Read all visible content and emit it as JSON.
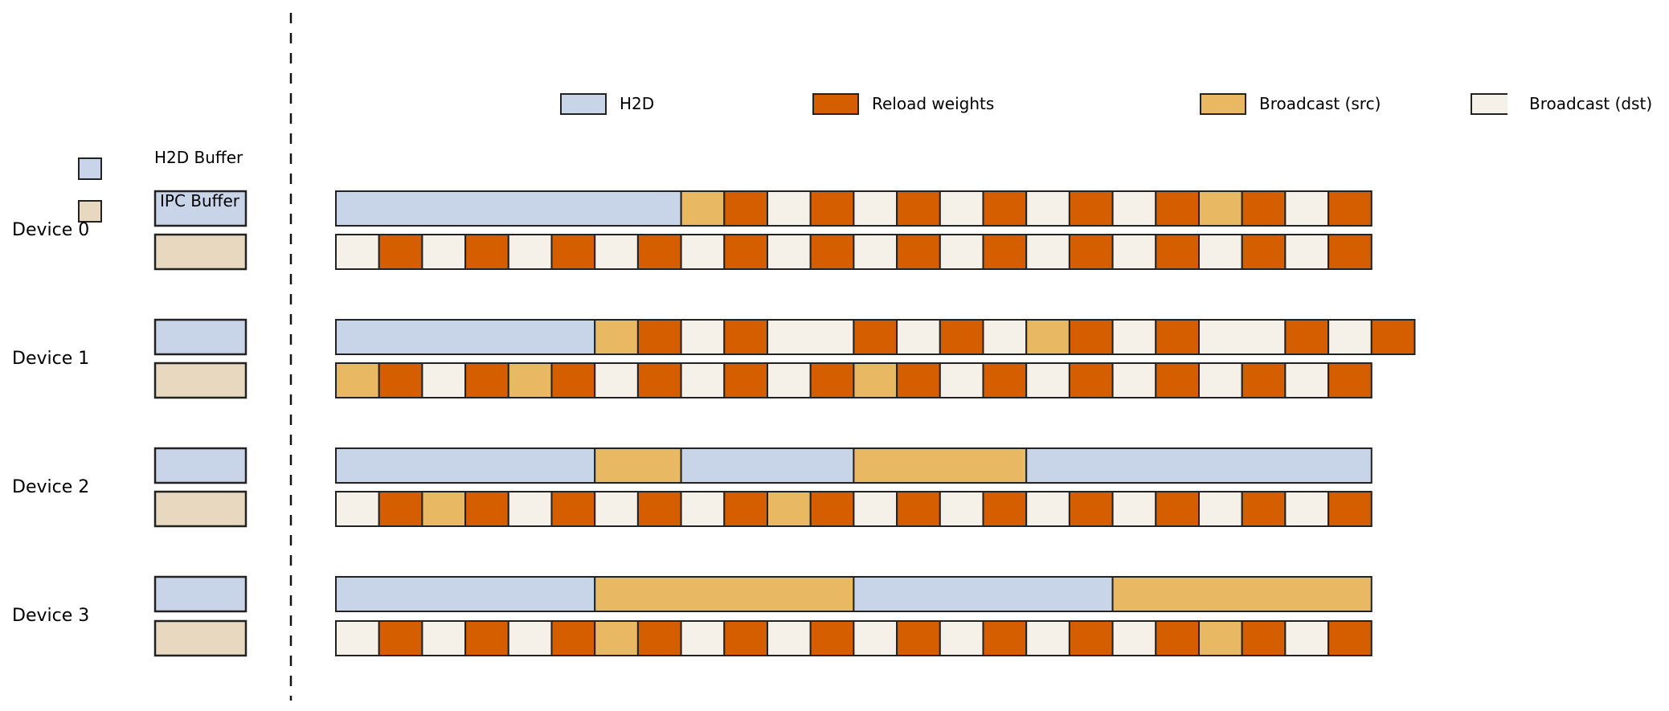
{
  "colors": {
    "h2d": "#c8d5e8",
    "reload": "#d55e00",
    "src": "#e9b862",
    "dst": "#f5f0e8",
    "ipc": "#e8d8c0",
    "stroke": "#222222"
  },
  "legend": [
    {
      "key": "h2d",
      "label": "H2D"
    },
    {
      "key": "reload",
      "label": "Reload weights"
    },
    {
      "key": "src",
      "label": "Broadcast (src)"
    },
    {
      "key": "dst",
      "label": "Broadcast (dst)"
    }
  ],
  "buffer_legend": [
    {
      "key": "h2d",
      "label": "H2D Buffer"
    },
    {
      "key": "ipc",
      "label": "IPC Buffer"
    }
  ],
  "devices": [
    {
      "label": "Device 0",
      "h2d_row": [
        [
          "h2d",
          8
        ],
        [
          "src",
          1
        ],
        [
          "reload",
          1
        ],
        [
          "dst",
          1
        ],
        [
          "reload",
          1
        ],
        [
          "dst",
          1
        ],
        [
          "reload",
          1
        ],
        [
          "dst",
          1
        ],
        [
          "reload",
          1
        ],
        [
          "dst",
          1
        ],
        [
          "reload",
          1
        ],
        [
          "dst",
          1
        ],
        [
          "reload",
          1
        ],
        [
          "src",
          1
        ],
        [
          "reload",
          1
        ],
        [
          "dst",
          1
        ],
        [
          "reload",
          1
        ]
      ],
      "ipc_row": [
        [
          "dst",
          1
        ],
        [
          "reload",
          1
        ],
        [
          "dst",
          1
        ],
        [
          "reload",
          1
        ],
        [
          "dst",
          1
        ],
        [
          "reload",
          1
        ],
        [
          "dst",
          1
        ],
        [
          "reload",
          1
        ],
        [
          "dst",
          1
        ],
        [
          "reload",
          1
        ],
        [
          "dst",
          1
        ],
        [
          "reload",
          1
        ],
        [
          "dst",
          1
        ],
        [
          "reload",
          1
        ],
        [
          "dst",
          1
        ],
        [
          "reload",
          1
        ],
        [
          "dst",
          1
        ],
        [
          "reload",
          1
        ],
        [
          "dst",
          1
        ],
        [
          "reload",
          1
        ],
        [
          "dst",
          1
        ],
        [
          "reload",
          1
        ],
        [
          "dst",
          1
        ],
        [
          "reload",
          1
        ]
      ]
    },
    {
      "label": "Device 1",
      "h2d_row": [
        [
          "h2d",
          6
        ],
        [
          "src",
          1
        ],
        [
          "reload",
          1
        ],
        [
          "dst",
          1
        ],
        [
          "reload",
          1
        ],
        [
          "dst",
          2
        ],
        [
          "reload",
          1
        ],
        [
          "dst",
          1
        ],
        [
          "reload",
          1
        ],
        [
          "dst",
          1
        ],
        [
          "src",
          1
        ],
        [
          "reload",
          1
        ],
        [
          "dst",
          1
        ],
        [
          "reload",
          1
        ],
        [
          "dst",
          2
        ],
        [
          "reload",
          1
        ],
        [
          "dst",
          1
        ],
        [
          "reload",
          1
        ]
      ],
      "ipc_row": [
        [
          "src",
          1
        ],
        [
          "reload",
          1
        ],
        [
          "dst",
          1
        ],
        [
          "reload",
          1
        ],
        [
          "src",
          1
        ],
        [
          "reload",
          1
        ],
        [
          "dst",
          1
        ],
        [
          "reload",
          1
        ],
        [
          "dst",
          1
        ],
        [
          "reload",
          1
        ],
        [
          "dst",
          1
        ],
        [
          "reload",
          1
        ],
        [
          "src",
          1
        ],
        [
          "reload",
          1
        ],
        [
          "dst",
          1
        ],
        [
          "reload",
          1
        ],
        [
          "dst",
          1
        ],
        [
          "reload",
          1
        ],
        [
          "dst",
          1
        ],
        [
          "reload",
          1
        ],
        [
          "dst",
          1
        ],
        [
          "reload",
          1
        ],
        [
          "dst",
          1
        ],
        [
          "reload",
          1
        ]
      ]
    },
    {
      "label": "Device 2",
      "h2d_row": [
        [
          "h2d",
          6
        ],
        [
          "src",
          2
        ],
        [
          "h2d",
          4
        ],
        [
          "src",
          4
        ],
        [
          "h2d",
          8
        ]
      ],
      "ipc_row": [
        [
          "dst",
          1
        ],
        [
          "reload",
          1
        ],
        [
          "src",
          1
        ],
        [
          "reload",
          1
        ],
        [
          "dst",
          1
        ],
        [
          "reload",
          1
        ],
        [
          "dst",
          1
        ],
        [
          "reload",
          1
        ],
        [
          "dst",
          1
        ],
        [
          "reload",
          1
        ],
        [
          "src",
          1
        ],
        [
          "reload",
          1
        ],
        [
          "dst",
          1
        ],
        [
          "reload",
          1
        ],
        [
          "dst",
          1
        ],
        [
          "reload",
          1
        ],
        [
          "dst",
          1
        ],
        [
          "reload",
          1
        ],
        [
          "dst",
          1
        ],
        [
          "reload",
          1
        ],
        [
          "dst",
          1
        ],
        [
          "reload",
          1
        ],
        [
          "dst",
          1
        ],
        [
          "reload",
          1
        ]
      ]
    },
    {
      "label": "Device 3",
      "h2d_row": [
        [
          "h2d",
          6
        ],
        [
          "src",
          6
        ],
        [
          "h2d",
          6
        ],
        [
          "src",
          6
        ]
      ],
      "ipc_row": [
        [
          "dst",
          1
        ],
        [
          "reload",
          1
        ],
        [
          "dst",
          1
        ],
        [
          "reload",
          1
        ],
        [
          "dst",
          1
        ],
        [
          "reload",
          1
        ],
        [
          "src",
          1
        ],
        [
          "reload",
          1
        ],
        [
          "dst",
          1
        ],
        [
          "reload",
          1
        ],
        [
          "dst",
          1
        ],
        [
          "reload",
          1
        ],
        [
          "dst",
          1
        ],
        [
          "reload",
          1
        ],
        [
          "dst",
          1
        ],
        [
          "reload",
          1
        ],
        [
          "dst",
          1
        ],
        [
          "reload",
          1
        ],
        [
          "dst",
          1
        ],
        [
          "reload",
          1
        ],
        [
          "src",
          1
        ],
        [
          "reload",
          1
        ],
        [
          "dst",
          1
        ],
        [
          "reload",
          1
        ]
      ]
    }
  ]
}
